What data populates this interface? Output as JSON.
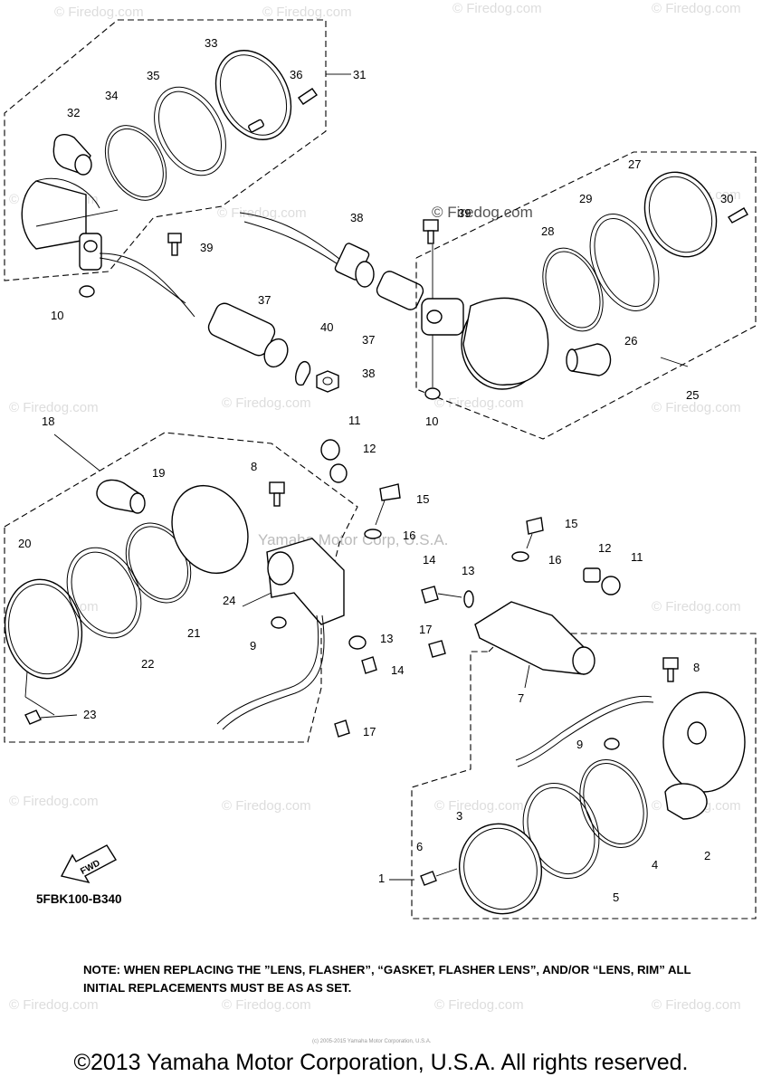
{
  "watermarks": {
    "firedog": "© Firedog.com",
    "center": "© Firedog.com",
    "yamaha": "Yamaha Motor Corp, U.S.A."
  },
  "callouts": [
    "1",
    "2",
    "3",
    "4",
    "5",
    "6",
    "7",
    "8",
    "8",
    "9",
    "9",
    "10",
    "10",
    "11",
    "11",
    "12",
    "12",
    "13",
    "13",
    "14",
    "14",
    "15",
    "15",
    "16",
    "16",
    "17",
    "17",
    "18",
    "19",
    "20",
    "21",
    "22",
    "23",
    "24",
    "25",
    "26",
    "27",
    "28",
    "29",
    "30",
    "31",
    "32",
    "33",
    "34",
    "35",
    "36",
    "37",
    "37",
    "38",
    "38",
    "39",
    "39",
    "40"
  ],
  "fwd_label": "FWD",
  "diagram_code": "5FBK100-B340",
  "note": "NOTE: WHEN REPLACING THE  ”LENS, FLASHER”, “GASKET, FLASHER LENS”, AND/OR “LENS, RIM” ALL INITIAL REPLACEMENTS MUST BE AS AS SET.",
  "tiny_copyright": "(c) 2005-2015 Yamaha Motor Corporation, U.S.A.",
  "copyright": "©2013 Yamaha Motor Corporation, U.S.A. All rights reserved."
}
